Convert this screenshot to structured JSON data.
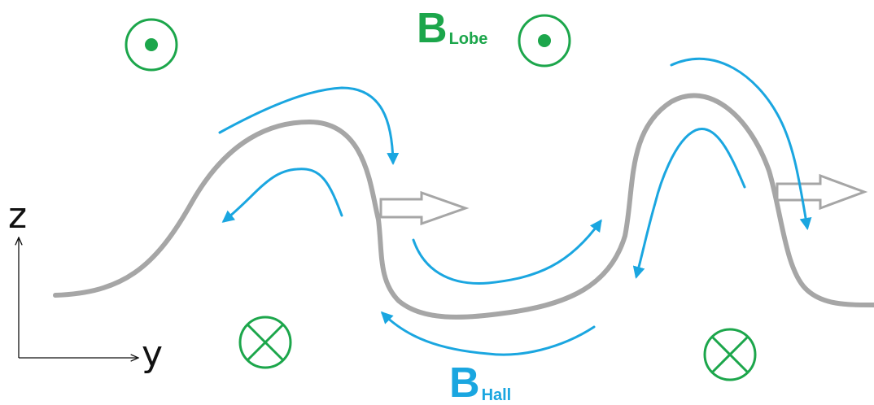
{
  "labels": {
    "b_lobe_main": "B",
    "b_lobe_sub": "Lobe",
    "b_hall_main": "B",
    "b_hall_sub": "Hall",
    "axis_z": "z",
    "axis_y": "y"
  },
  "colors": {
    "lobe_green": "#1ca64b",
    "hall_blue": "#1aa6e0",
    "sheet_gray": "#a6a6a6",
    "axis_black": "#111111"
  },
  "symbols": {
    "out_of_page": "dot-in-circle-icon",
    "into_page": "cross-in-circle-icon"
  }
}
